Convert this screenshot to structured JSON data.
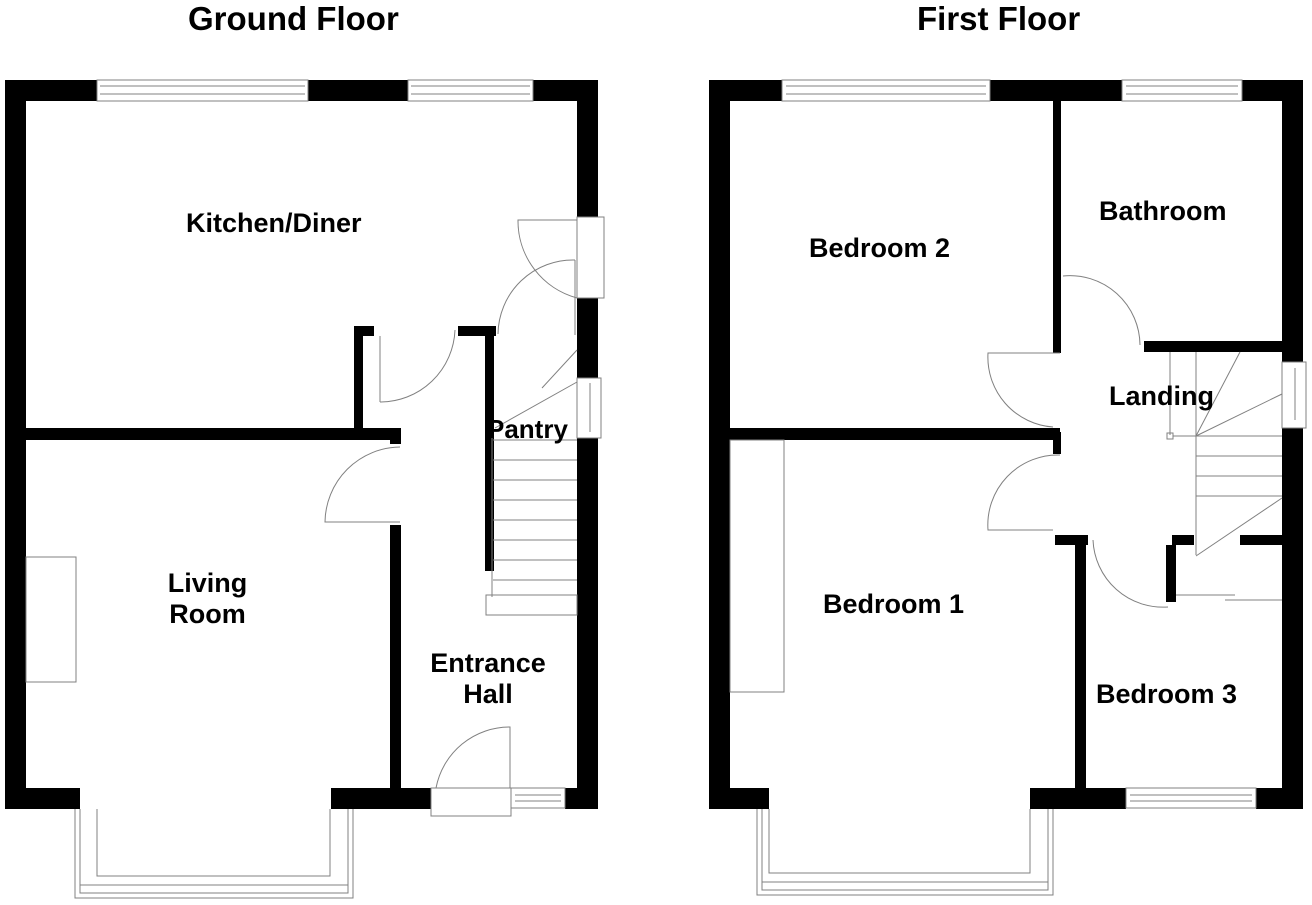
{
  "floors": [
    {
      "title": "Ground Floor",
      "rooms": [
        {
          "name": "Kitchen/Diner"
        },
        {
          "name": "Pantry"
        },
        {
          "name": "Living\nRoom",
          "line1": "Living",
          "line2": "Room"
        },
        {
          "name": "Entrance\nHall",
          "line1": "Entrance",
          "line2": "Hall"
        }
      ]
    },
    {
      "title": "First Floor",
      "rooms": [
        {
          "name": "Bedroom 2"
        },
        {
          "name": "Bathroom"
        },
        {
          "name": "Landing"
        },
        {
          "name": "Bedroom 1"
        },
        {
          "name": "Bedroom 3"
        }
      ]
    }
  ],
  "colors": {
    "wall": "#000000",
    "fixture": "#808080",
    "background": "#ffffff"
  }
}
